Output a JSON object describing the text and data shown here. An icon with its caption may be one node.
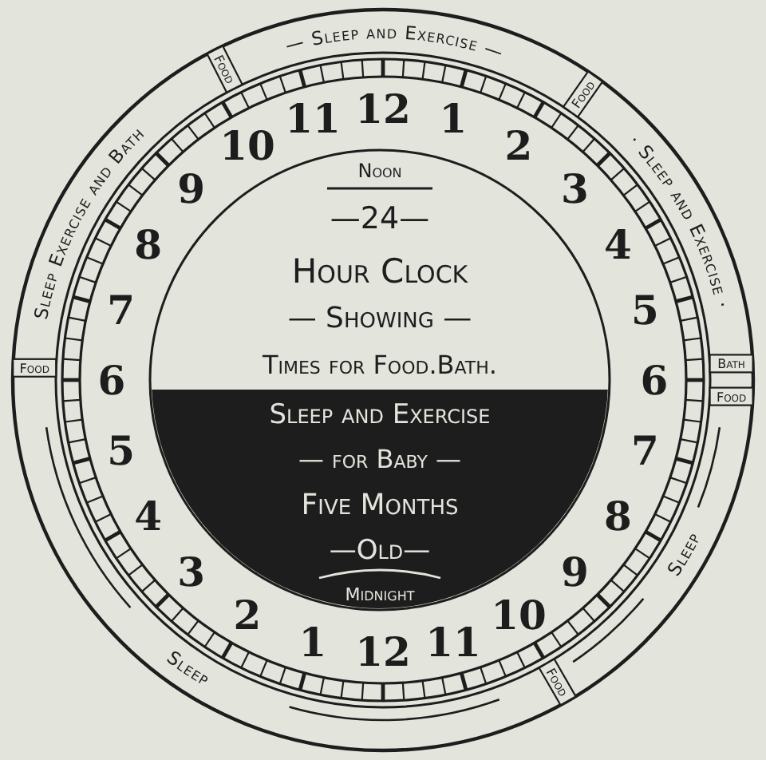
{
  "diagram": {
    "nodes": [
      {
        "text": [
          "Food"
        ]
      },
      {
        "text": [
          "Food"
        ]
      },
      {
        "text": [
          "Bath"
        ]
      },
      {
        "text": [
          "Food"
        ]
      },
      {
        "text": [
          "Food"
        ]
      },
      {
        "text": [
          "Food"
        ]
      }
    ],
    "labels": [
      "— Sleep and Exercise —",
      "· Sleep and Exercise ·",
      "Sleep Exercise and Bath",
      "Sleep",
      "Sleep",
      "12",
      "1",
      "2",
      "3",
      "4",
      "5",
      "6",
      "7",
      "8",
      "9",
      "10",
      "11",
      "12",
      "1",
      "2",
      "3",
      "4",
      "5",
      "6",
      "7",
      "8",
      "9",
      "10",
      "11",
      "Noon",
      "—24—",
      "Hour Clock",
      "— Showing —",
      "Times for Food.Bath.",
      "Sleep and Exercise",
      "— for Baby —",
      "Five Months",
      "—Old—",
      "Midnight"
    ]
  }
}
